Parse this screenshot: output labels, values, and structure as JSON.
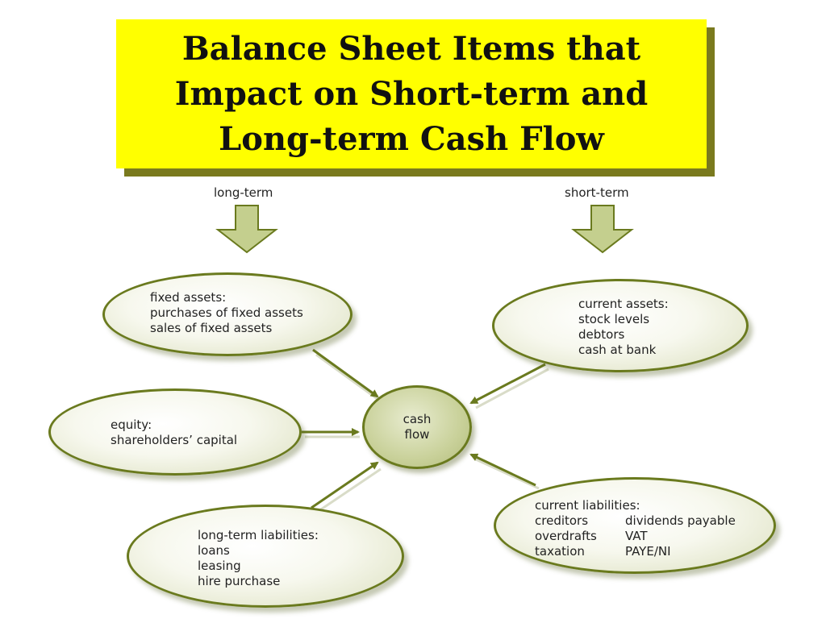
{
  "title": {
    "lines": [
      "Balance Sheet Items that",
      "Impact on Short-term and",
      "Long-term Cash Flow"
    ]
  },
  "categories": {
    "long_term": "long-term",
    "short_term": "short-term"
  },
  "center": {
    "lines": [
      "cash",
      "flow"
    ]
  },
  "nodes": {
    "fixed_assets": {
      "heading": "fixed assets:",
      "items": [
        "purchases of fixed assets",
        "sales of fixed assets"
      ]
    },
    "equity": {
      "heading": "equity:",
      "items": [
        "shareholders’ capital"
      ]
    },
    "long_term_liabilities": {
      "heading": "long-term liabilities:",
      "items": [
        "loans",
        "leasing",
        "hire purchase"
      ]
    },
    "current_assets": {
      "heading": "current assets:",
      "items": [
        "stock levels",
        "debtors",
        "cash at bank"
      ]
    },
    "current_liabilities": {
      "heading": "current liabilities:",
      "rows": [
        [
          "creditors",
          "dividends payable"
        ],
        [
          "overdrafts",
          "VAT"
        ],
        [
          "taxation",
          "PAYE/NI"
        ]
      ]
    }
  },
  "colors": {
    "title_bg": "#ffff00",
    "node_border": "#6a7a1e",
    "arrow": "#6a7a1e",
    "down_arrow_fill": "#c4cf8e"
  }
}
